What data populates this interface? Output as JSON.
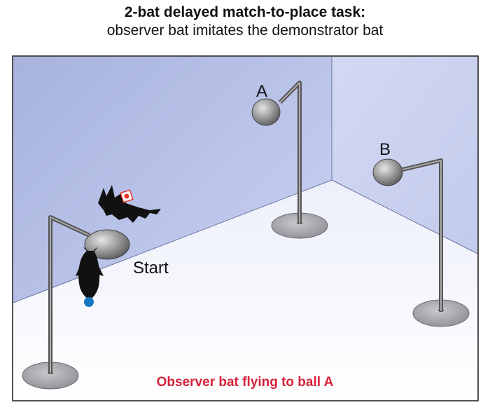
{
  "title": {
    "line1": "2-bat delayed match-to-place task:",
    "line2": "observer bat imitates the demonstrator bat"
  },
  "labels": {
    "ball_a": "A",
    "ball_b": "B",
    "start": "Start"
  },
  "caption": "Observer bat flying to ball A",
  "colors": {
    "caption": "#d6213a",
    "marker_blue": "#1577c4",
    "marker_red": "#e8342b"
  }
}
